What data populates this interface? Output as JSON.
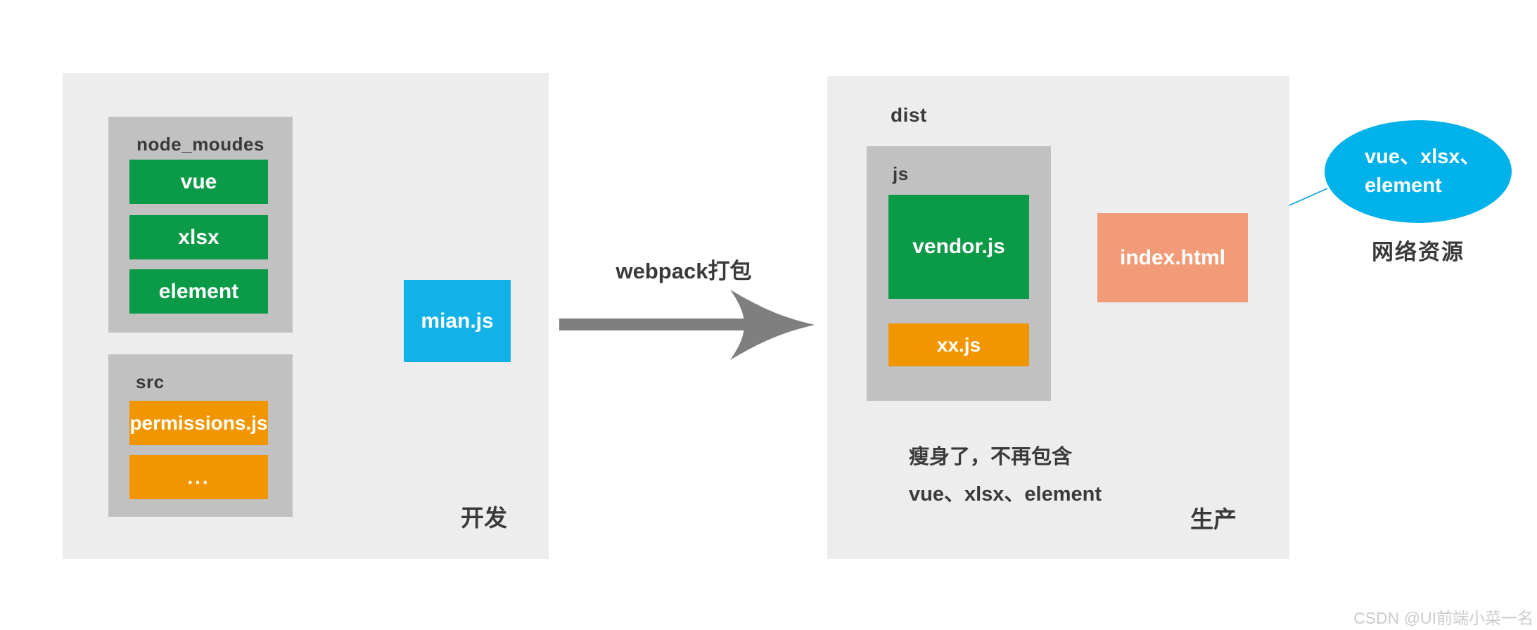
{
  "colors": {
    "page-bg": "#ffffff",
    "panel-bg": "#ededed",
    "folder-bg": "#c1c1c1",
    "green": "#0b9a47",
    "orange": "#f29600",
    "blue": "#12b1e7",
    "cyan": "#00b2e9",
    "salmon": "#f29b78",
    "arrow-gray": "#7f7f7f",
    "text-dark": "#3a3a3a",
    "connector-cyan": "#29abe2",
    "annotation-green": "#3eb370",
    "watermark-gray": "#cbcbcb"
  },
  "dev": {
    "caption": "开发",
    "node_modules": {
      "label": "node_moudes",
      "items": [
        "vue",
        "xlsx",
        "element"
      ]
    },
    "src": {
      "label": "src",
      "items": [
        "permissions.js",
        "..."
      ]
    },
    "entry_label": "mian.js"
  },
  "transform": {
    "label": "webpack打包"
  },
  "prod": {
    "caption": "生产",
    "dist_label": "dist",
    "js_folder": {
      "label": "js",
      "items": [
        "vendor.js",
        "xx.js"
      ]
    },
    "index_label": "index.html",
    "note": {
      "line1": "瘦身了，不再包含",
      "line2": "vue、xlsx、element"
    }
  },
  "network": {
    "bubble": {
      "line1": "vue、xlsx、",
      "line2": "element"
    },
    "caption": "网络资源"
  },
  "watermark": "CSDN @UI前端小菜一名"
}
